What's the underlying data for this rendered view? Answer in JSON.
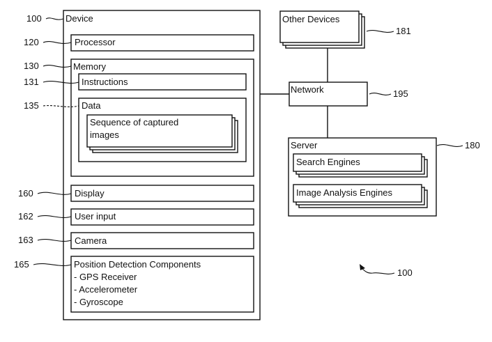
{
  "device": {
    "ref": "100",
    "title": "Device",
    "processor": {
      "ref": "120",
      "label": "Processor"
    },
    "memory": {
      "ref": "130",
      "label": "Memory",
      "instructions": {
        "ref": "131",
        "label": "Instructions"
      },
      "data": {
        "ref": "135",
        "label": "Data",
        "captured_images": [
          "Sequence of captured",
          "images"
        ]
      }
    },
    "display": {
      "ref": "160",
      "label": "Display"
    },
    "user_input": {
      "ref": "162",
      "label": "User input"
    },
    "camera": {
      "ref": "163",
      "label": "Camera"
    },
    "position": {
      "ref": "165",
      "label": "Position Detection Components",
      "items": [
        "- GPS Receiver",
        "- Accelerometer",
        "- Gyroscope"
      ]
    }
  },
  "other_devices": {
    "ref": "181",
    "label": "Other Devices"
  },
  "network": {
    "ref": "195",
    "label": "Network"
  },
  "server": {
    "ref": "180",
    "label": "Server",
    "search_engines": "Search Engines",
    "image_analysis": "Image Analysis Engines"
  },
  "system_ref": "100"
}
